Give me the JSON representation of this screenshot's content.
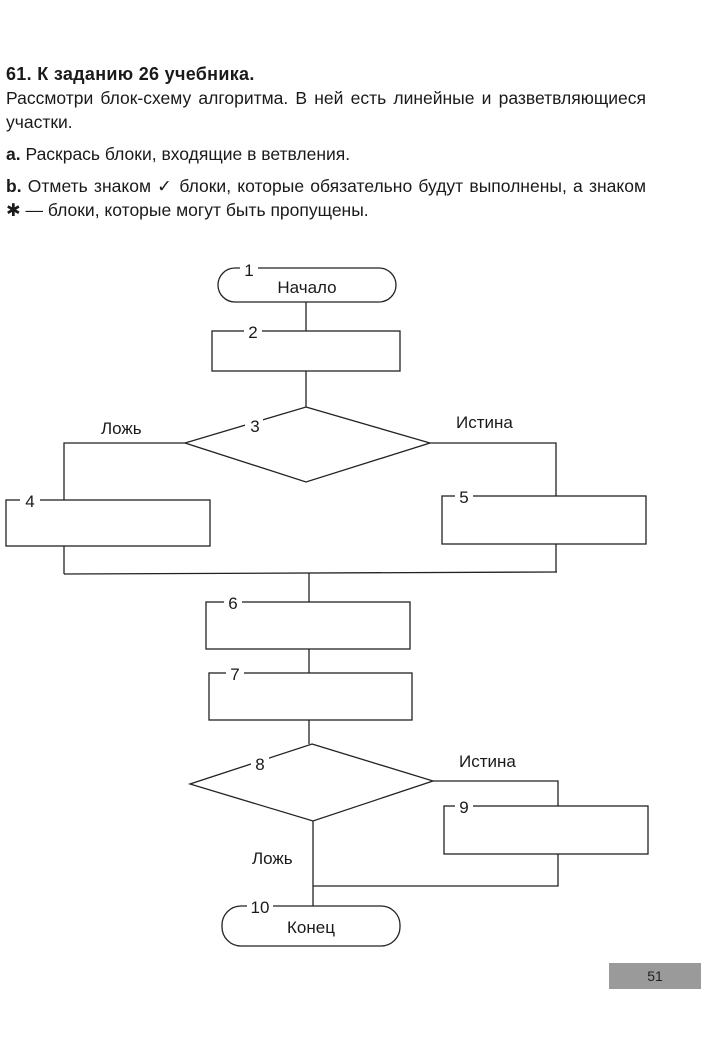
{
  "task": {
    "number": "61.",
    "title": "К заданию 26 учебника.",
    "intro": "Рассмотри блок-схему алгоритма. В ней есть линейные и разветвляющиеся участки.",
    "a_label": "a.",
    "a_text": "Раскрась блоки, входящие в ветвления.",
    "b_label": "b.",
    "b_text": "Отметь знаком ✓ блоки, которые обязательно будут выполнены, а знаком ✱ — блоки, которые могут быть пропущены."
  },
  "flowchart": {
    "blocks": [
      {
        "number": "1",
        "label": "Начало"
      },
      {
        "number": "2",
        "label": ""
      },
      {
        "number": "3",
        "label": ""
      },
      {
        "number": "4",
        "label": ""
      },
      {
        "number": "5",
        "label": ""
      },
      {
        "number": "6",
        "label": ""
      },
      {
        "number": "7",
        "label": ""
      },
      {
        "number": "8",
        "label": ""
      },
      {
        "number": "9",
        "label": ""
      },
      {
        "number": "10",
        "label": "Конец"
      }
    ],
    "decision1": {
      "false_label": "Ложь",
      "true_label": "Истина"
    },
    "decision2": {
      "false_label": "Ложь",
      "true_label": "Истина"
    }
  },
  "page_number": "51"
}
